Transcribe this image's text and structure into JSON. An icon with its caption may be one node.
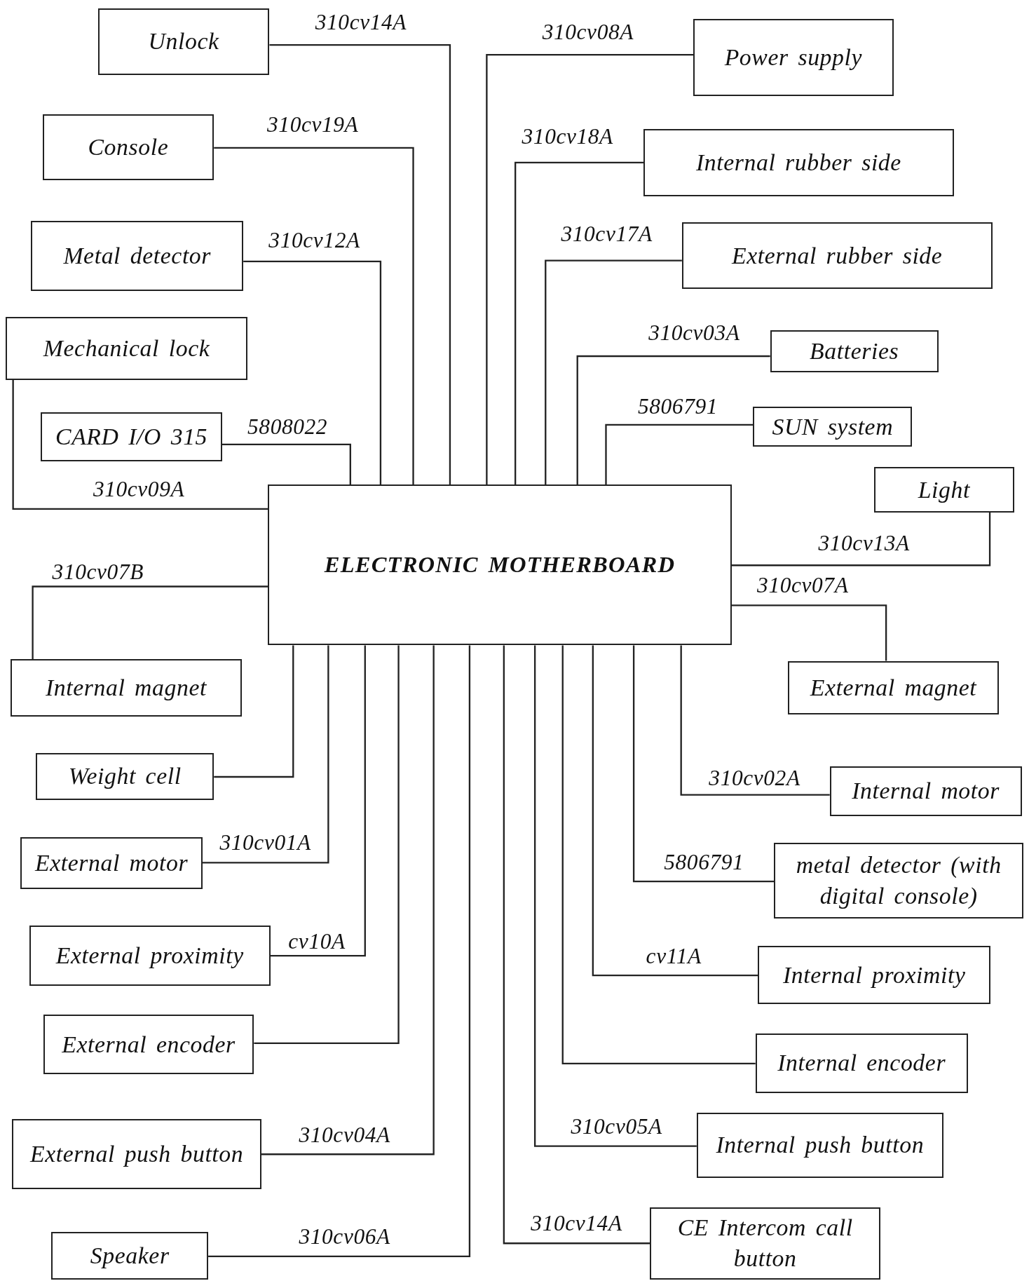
{
  "diagram": {
    "nodes": [
      {
        "text": [
          "Unlock"
        ]
      },
      {
        "text": [
          "Console"
        ]
      },
      {
        "text": [
          "Metal detector"
        ]
      },
      {
        "text": [
          "Mechanical lock"
        ]
      },
      {
        "text": [
          "CARD I/O 315"
        ]
      },
      {
        "text": [
          "Power supply"
        ]
      },
      {
        "text": [
          "Internal rubber side"
        ]
      },
      {
        "text": [
          "External rubber side"
        ]
      },
      {
        "text": [
          "Batteries"
        ]
      },
      {
        "text": [
          "SUN system"
        ]
      },
      {
        "text": [
          "Light"
        ]
      },
      {
        "text": [
          "ELECTRONIC MOTHERBOARD"
        ]
      },
      {
        "text": [
          "Internal magnet"
        ]
      },
      {
        "text": [
          "External magnet"
        ]
      },
      {
        "text": [
          "Weight cell"
        ]
      },
      {
        "text": [
          "External motor"
        ]
      },
      {
        "text": [
          "External proximity"
        ]
      },
      {
        "text": [
          "External encoder"
        ]
      },
      {
        "text": [
          "External push button"
        ]
      },
      {
        "text": [
          "Speaker"
        ]
      },
      {
        "text": [
          "Internal motor"
        ]
      },
      {
        "text": [
          "metal detector (with digital console)"
        ]
      },
      {
        "text": [
          "Internal proximity"
        ]
      },
      {
        "text": [
          "Internal encoder"
        ]
      },
      {
        "text": [
          "Internal push button"
        ]
      },
      {
        "text": [
          "CE Intercom call button"
        ]
      }
    ],
    "edges": [
      {
        "from": 0,
        "to": 11,
        "arrow": "none",
        "label": "310cv14A"
      },
      {
        "from": 1,
        "to": 11,
        "arrow": "none",
        "label": "310cv19A"
      },
      {
        "from": 2,
        "to": 11,
        "arrow": "none",
        "label": "310cv12A"
      },
      {
        "from": 3,
        "to": 11,
        "arrow": "none",
        "label": "310cv09A"
      },
      {
        "from": 4,
        "to": 11,
        "arrow": "none",
        "label": "5808022"
      },
      {
        "from": 5,
        "to": 11,
        "arrow": "none",
        "label": "310cv08A"
      },
      {
        "from": 6,
        "to": 11,
        "arrow": "none",
        "label": "310cv18A"
      },
      {
        "from": 7,
        "to": 11,
        "arrow": "none",
        "label": "310cv17A"
      },
      {
        "from": 8,
        "to": 11,
        "arrow": "none",
        "label": "310cv03A"
      },
      {
        "from": 9,
        "to": 11,
        "arrow": "none",
        "label": "5806791"
      },
      {
        "from": 10,
        "to": 11,
        "arrow": "none",
        "label": "310cv13A"
      },
      {
        "from": 13,
        "to": 11,
        "arrow": "none",
        "label": "310cv07A"
      },
      {
        "from": 12,
        "to": 11,
        "arrow": "none",
        "label": "310cv07B"
      },
      {
        "from": 14,
        "to": 11,
        "arrow": "none"
      },
      {
        "from": 15,
        "to": 11,
        "arrow": "none",
        "label": "310cv01A"
      },
      {
        "from": 16,
        "to": 11,
        "arrow": "none",
        "label": "cv10A"
      },
      {
        "from": 17,
        "to": 11,
        "arrow": "none"
      },
      {
        "from": 18,
        "to": 11,
        "arrow": "none",
        "label": "310cv04A"
      },
      {
        "from": 19,
        "to": 11,
        "arrow": "none",
        "label": "310cv06A"
      },
      {
        "from": 25,
        "to": 11,
        "arrow": "none",
        "label": "310cv14A"
      },
      {
        "from": 24,
        "to": 11,
        "arrow": "none",
        "label": "310cv05A"
      },
      {
        "from": 23,
        "to": 11,
        "arrow": "none"
      },
      {
        "from": 22,
        "to": 11,
        "arrow": "none",
        "label": "cv11A"
      },
      {
        "from": 21,
        "to": 11,
        "arrow": "none",
        "label": "5806791"
      },
      {
        "from": 20,
        "to": 11,
        "arrow": "none",
        "label": "310cv02A"
      }
    ]
  }
}
